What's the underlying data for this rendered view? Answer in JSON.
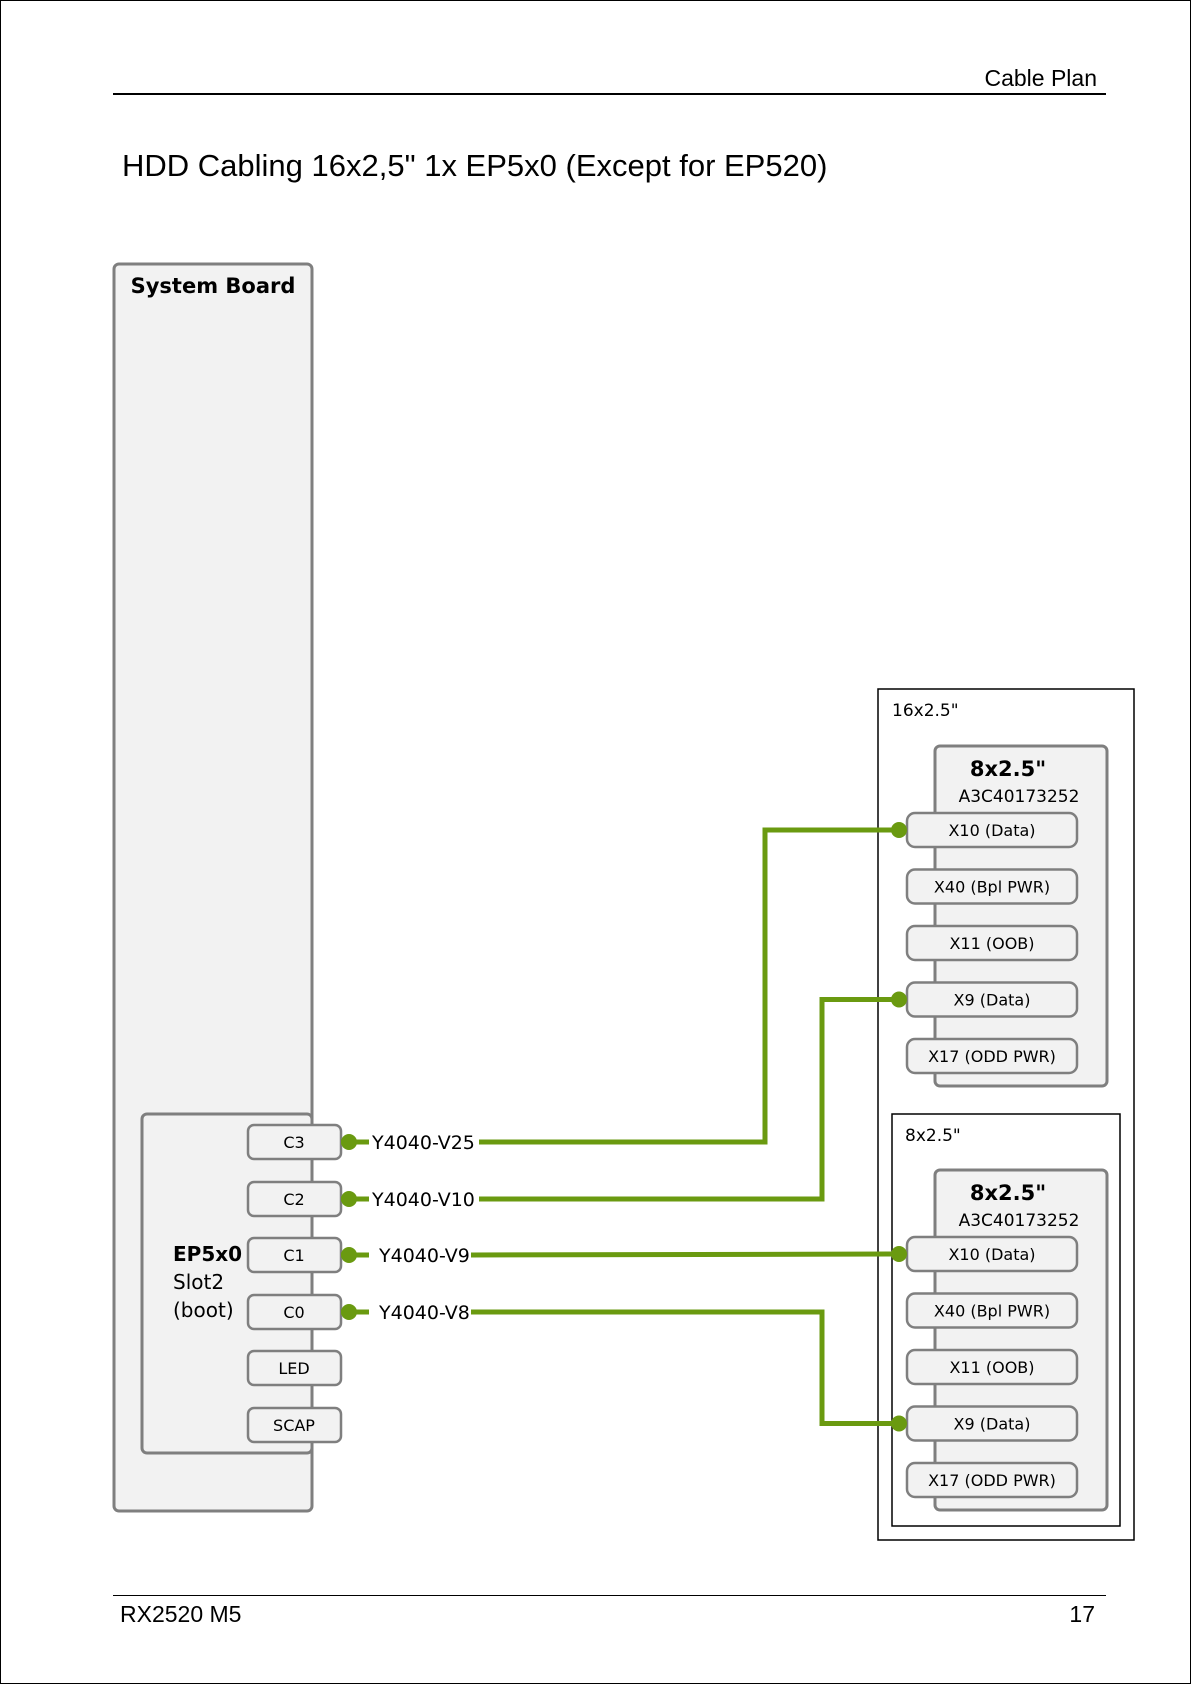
{
  "header": {
    "section_title": "Cable Plan"
  },
  "document": {
    "title": "HDD Cabling 16x2,5\" 1x EP5x0 (Except for EP520)"
  },
  "footer": {
    "model": "RX2520 M5",
    "page_number": "17"
  },
  "diagram": {
    "system_board": {
      "label": "System Board",
      "controller": {
        "name": "EP5x0",
        "slot": "Slot2",
        "note": "(boot)",
        "ports": [
          "C3",
          "C2",
          "C1",
          "C0",
          "LED",
          "SCAP"
        ]
      }
    },
    "enclosure": {
      "label": "16x2.5\"",
      "sub_enclosure_label": "8x2.5\"",
      "backplanes": [
        {
          "title": "8x2.5\"",
          "part_number": "A3C40173252",
          "connectors": [
            "X10 (Data)",
            "X40 (Bpl PWR)",
            "X11 (OOB)",
            "X9 (Data)",
            "X17 (ODD PWR)"
          ]
        },
        {
          "title": "8x2.5\"",
          "part_number": "A3C40173252",
          "connectors": [
            "X10 (Data)",
            "X40 (Bpl PWR)",
            "X11 (OOB)",
            "X9 (Data)",
            "X17 (ODD PWR)"
          ]
        }
      ]
    },
    "cables": [
      {
        "label": "Y4040-V25",
        "from": "C3",
        "to": "X10 (Data)"
      },
      {
        "label": "Y4040-V10",
        "from": "C2",
        "to": "X9 (Data)"
      },
      {
        "label": "Y4040-V9",
        "from": "C1",
        "to": "X10 (Data)"
      },
      {
        "label": "Y4040-V8",
        "from": "C0",
        "to": "X9 (Data)"
      }
    ],
    "colors": {
      "cable": "#6a9a10",
      "box_fill": "#f2f2f2",
      "box_stroke": "#7f7f7f"
    }
  }
}
